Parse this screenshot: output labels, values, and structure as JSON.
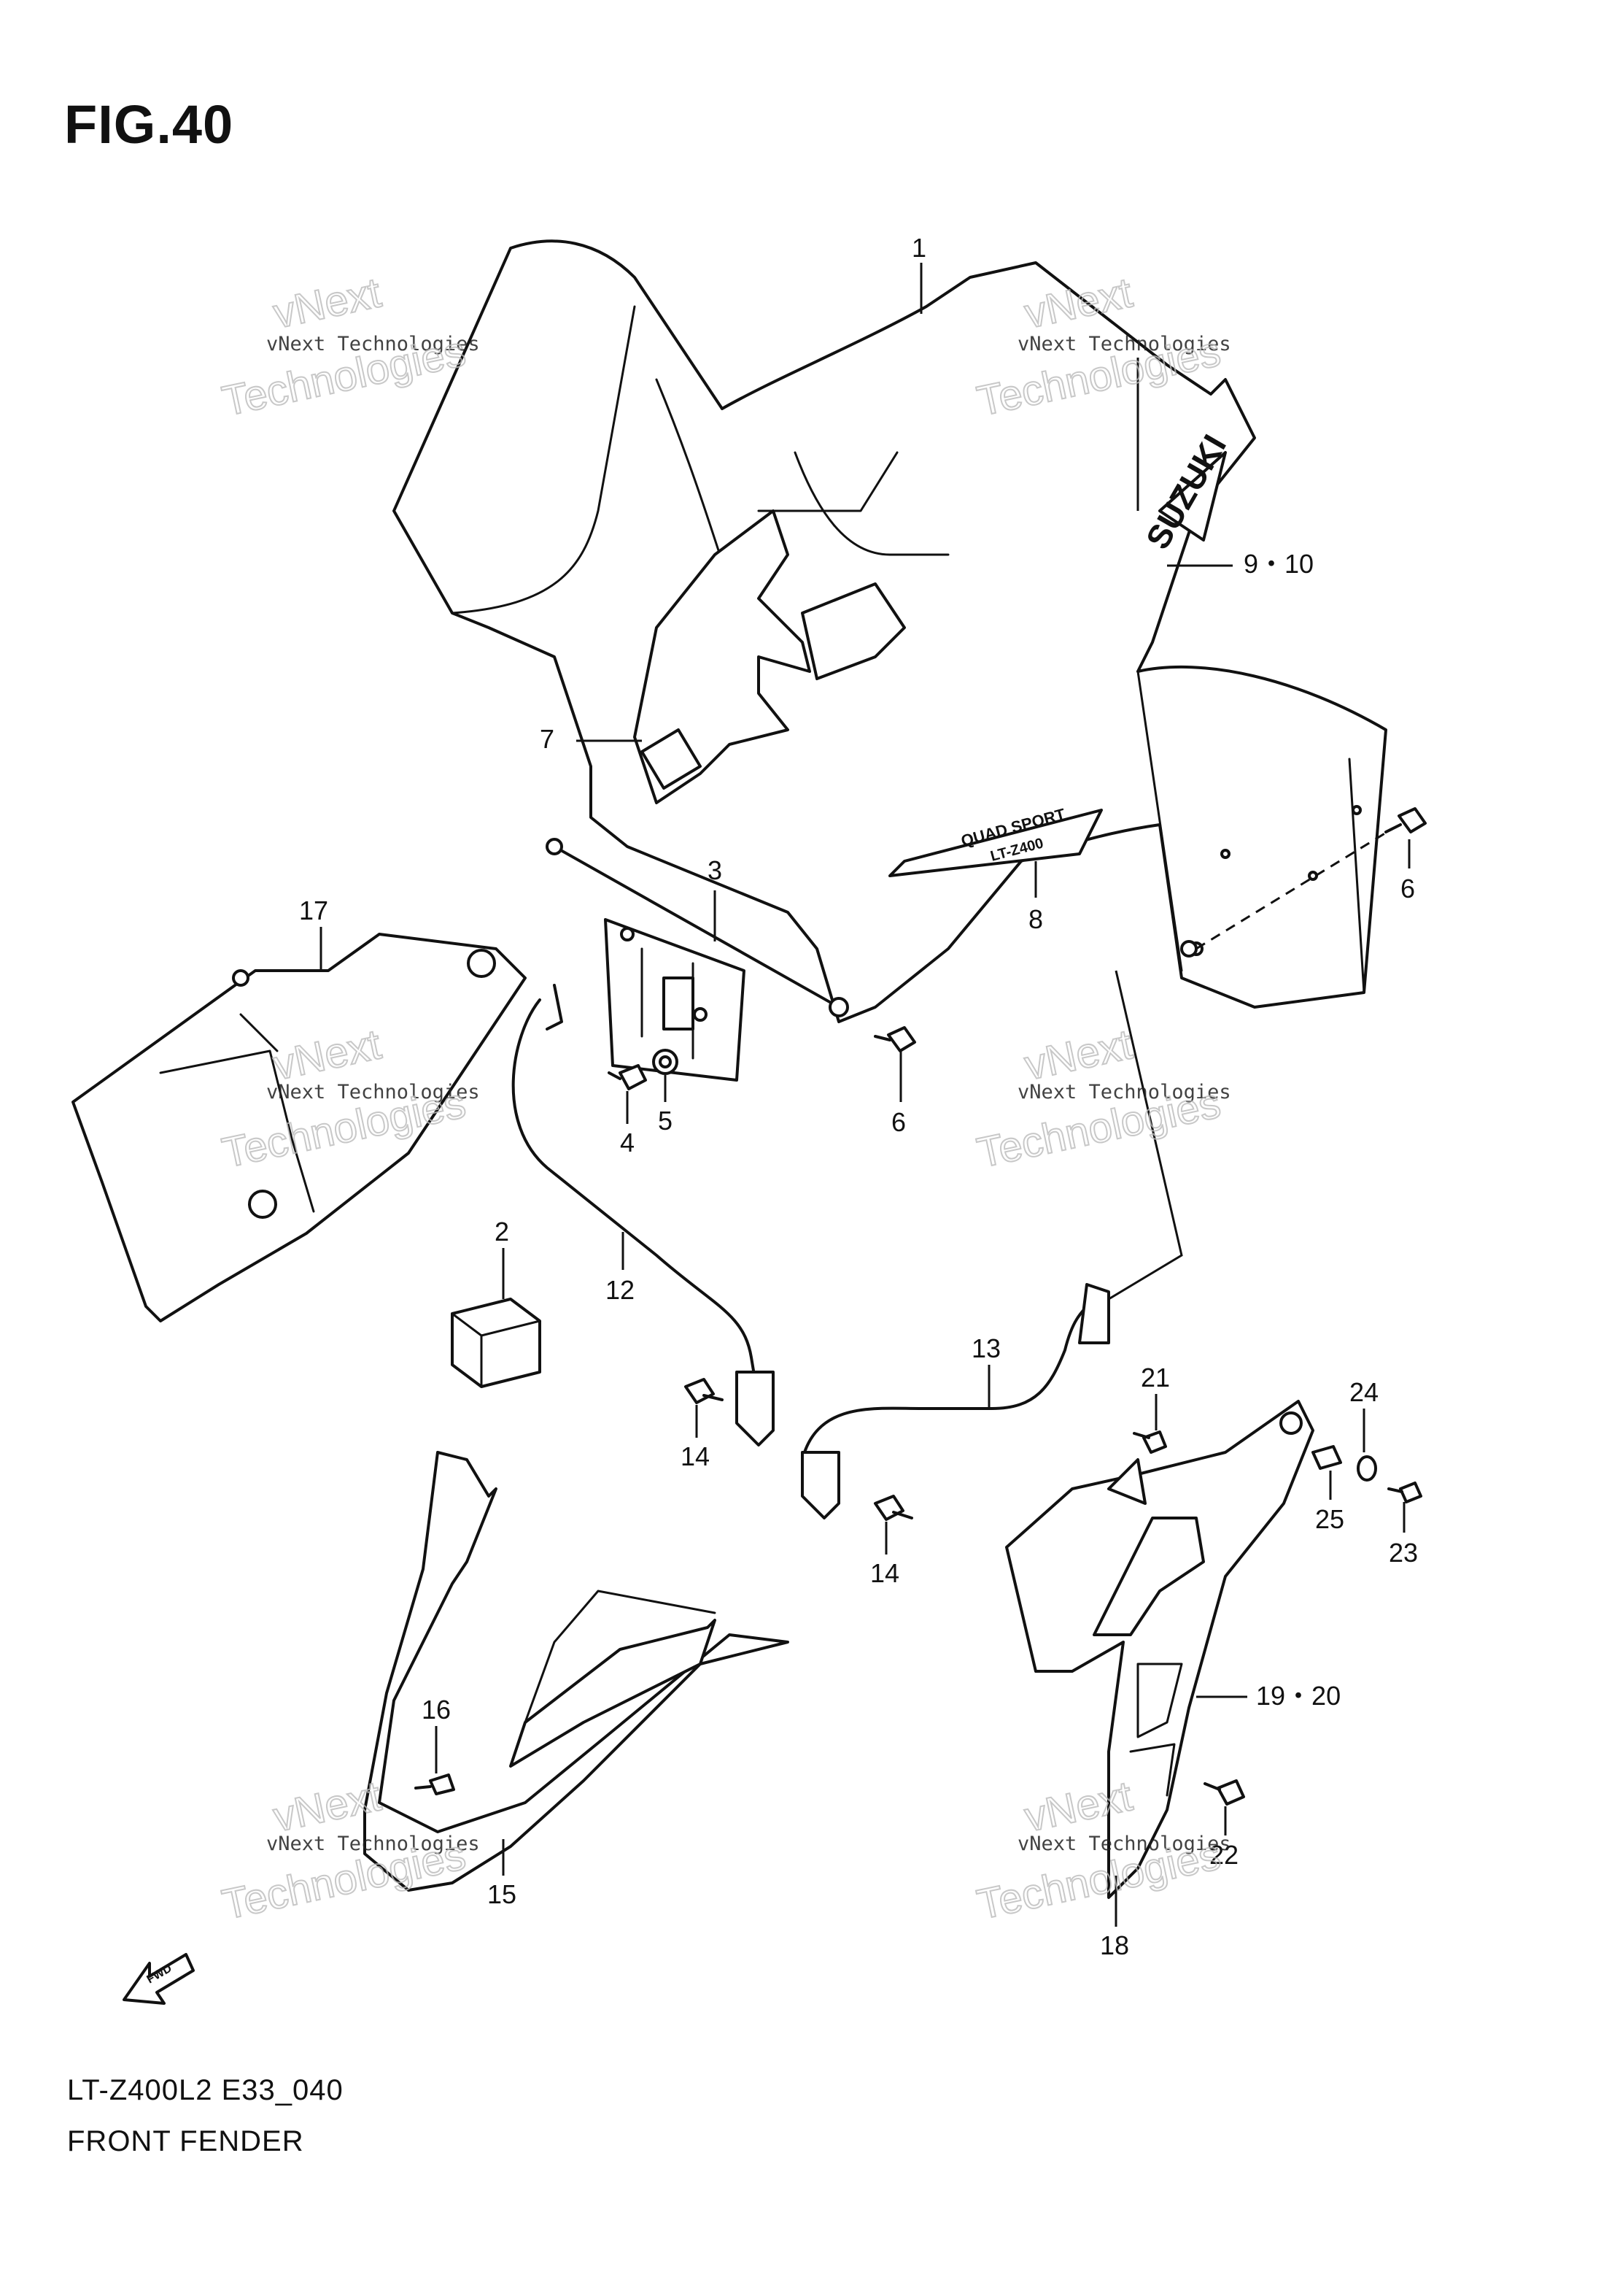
{
  "figure": {
    "title": "FIG.40",
    "model_code": "LT-Z400L2 E33_040",
    "name": "FRONT FENDER"
  },
  "callouts": {
    "c1": "1",
    "c2": "2",
    "c3": "3",
    "c4": "4",
    "c5": "5",
    "c6a": "6",
    "c6b": "6",
    "c7": "7",
    "c8": "8",
    "c9_10": "9・10",
    "c12": "12",
    "c13": "13",
    "c14a": "14",
    "c14b": "14",
    "c15": "15",
    "c16": "16",
    "c17": "17",
    "c18": "18",
    "c19_20": "19・20",
    "c21": "21",
    "c22": "22",
    "c23": "23",
    "c24": "24",
    "c25": "25"
  },
  "decals": {
    "brand": "SUZUKI",
    "model_line1": "QUAD SPORT",
    "model_line2": "LT-Z400",
    "fwd_arrow": "FWD"
  },
  "watermark": {
    "line1": "vNext Technologies",
    "line2": "Technologies",
    "line0": "vNext"
  }
}
